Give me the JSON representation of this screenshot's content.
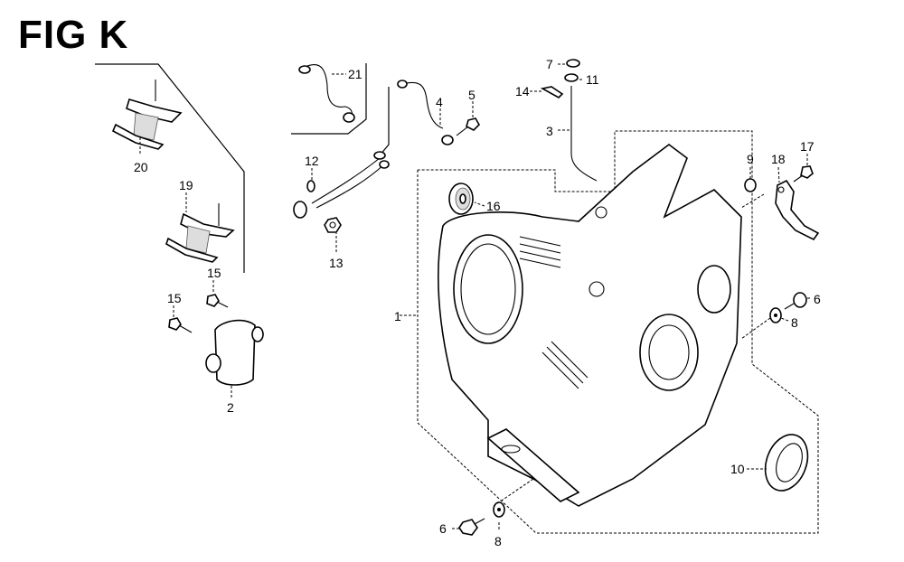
{
  "figure": {
    "title": "FIG K"
  },
  "callouts": [
    {
      "id": "1",
      "label": "1"
    },
    {
      "id": "2",
      "label": "2"
    },
    {
      "id": "3",
      "label": "3"
    },
    {
      "id": "4",
      "label": "4"
    },
    {
      "id": "5",
      "label": "5"
    },
    {
      "id": "6a",
      "label": "6"
    },
    {
      "id": "6b",
      "label": "6"
    },
    {
      "id": "7",
      "label": "7"
    },
    {
      "id": "8a",
      "label": "8"
    },
    {
      "id": "8b",
      "label": "8"
    },
    {
      "id": "9",
      "label": "9"
    },
    {
      "id": "10",
      "label": "10"
    },
    {
      "id": "11",
      "label": "11"
    },
    {
      "id": "12",
      "label": "12"
    },
    {
      "id": "13",
      "label": "13"
    },
    {
      "id": "14",
      "label": "14"
    },
    {
      "id": "15a",
      "label": "15"
    },
    {
      "id": "15b",
      "label": "15"
    },
    {
      "id": "16",
      "label": "16"
    },
    {
      "id": "17",
      "label": "17"
    },
    {
      "id": "18",
      "label": "18"
    },
    {
      "id": "19",
      "label": "19"
    },
    {
      "id": "20",
      "label": "20"
    },
    {
      "id": "21",
      "label": "21"
    }
  ]
}
